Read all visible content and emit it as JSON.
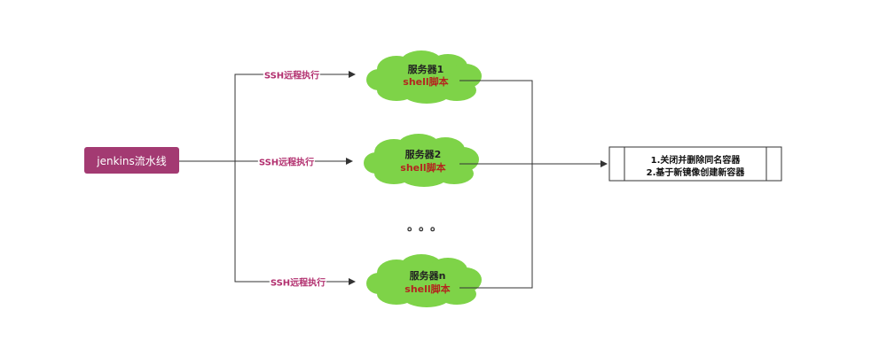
{
  "pipeline": {
    "label": "jenkins流水线"
  },
  "connections": {
    "ssh_label": "SSH远程执行"
  },
  "servers": [
    {
      "name": "服务器1",
      "script": "shell脚本"
    },
    {
      "name": "服务器2",
      "script": "shell脚本"
    },
    {
      "name": "服务器n",
      "script": "shell脚本"
    }
  ],
  "ellipsis": "。。。",
  "result": {
    "steps": [
      "1.关闭并删除同名容器",
      "2.基于新镜像创建新容器"
    ]
  },
  "colors": {
    "pipeline": "#a33a72",
    "cloud": "#7ed348",
    "ssh_text": "#b2306f",
    "script_text": "#b3261e",
    "line": "#333333"
  }
}
